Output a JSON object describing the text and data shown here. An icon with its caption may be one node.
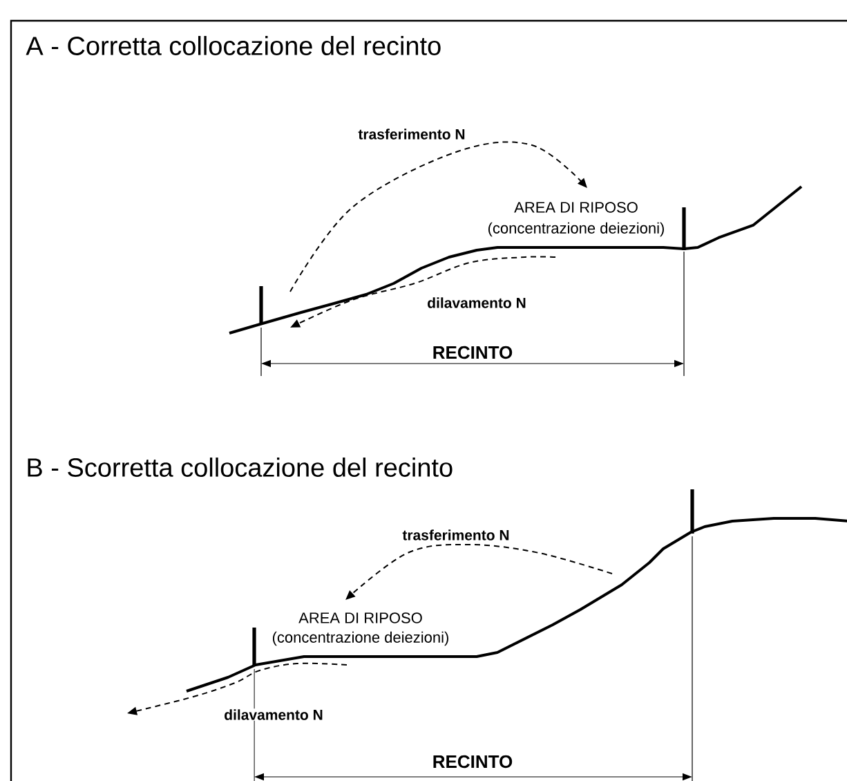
{
  "diagram": {
    "labels": [
      "A - Corretta collocazione del recinto",
      "trasferimento N",
      "AREA DI RIPOSO",
      "(concentrazione deiezioni)",
      "dilavamento N",
      "RECINTO",
      "B - Scorretta collocazione del recinto",
      "trasferimento N",
      "AREA DI RIPOSO",
      "(concentrazione deiezioni)",
      "dilavamento N",
      "RECINTO"
    ]
  }
}
